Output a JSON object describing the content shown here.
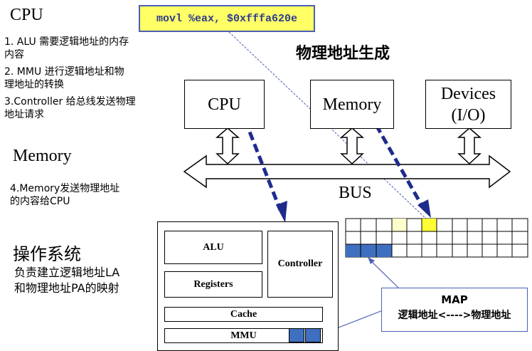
{
  "left_panel": {
    "cpu_heading": "CPU",
    "steps": [
      "1. ALU 需要逻辑地址的内存",
      "内容",
      "2. MMU 进行逻辑地址和物",
      "理地址的转换",
      "3.Controller 给总线发送物理",
      "地址请求"
    ],
    "memory_heading": "Memory",
    "memory_steps": [
      "4.Memory发送物理地址",
      "的内容给CPU"
    ],
    "os_heading": "操作系统",
    "os_desc": [
      "负责建立逻辑地址LA",
      "和物理地址PA的映射"
    ]
  },
  "instruction": "movl %eax, $0xfffa620e",
  "title": "物理地址生成",
  "components": {
    "cpu": "CPU",
    "memory": "Memory",
    "devices_line1": "Devices",
    "devices_line2": "(I/O)",
    "bus": "BUS"
  },
  "cpu_internals": {
    "alu": "ALU",
    "registers": "Registers",
    "controller": "Controller",
    "cache": "Cache",
    "mmu": "MMU"
  },
  "map": {
    "title": "MAP",
    "subtitle": "逻辑地址<---->物理地址"
  },
  "colors": {
    "highlight_yellow": "#ffff33",
    "pale_yellow": "#ffffcc",
    "map_blue": "#3f6fbf",
    "arrow_navy": "#1f2b8c"
  }
}
